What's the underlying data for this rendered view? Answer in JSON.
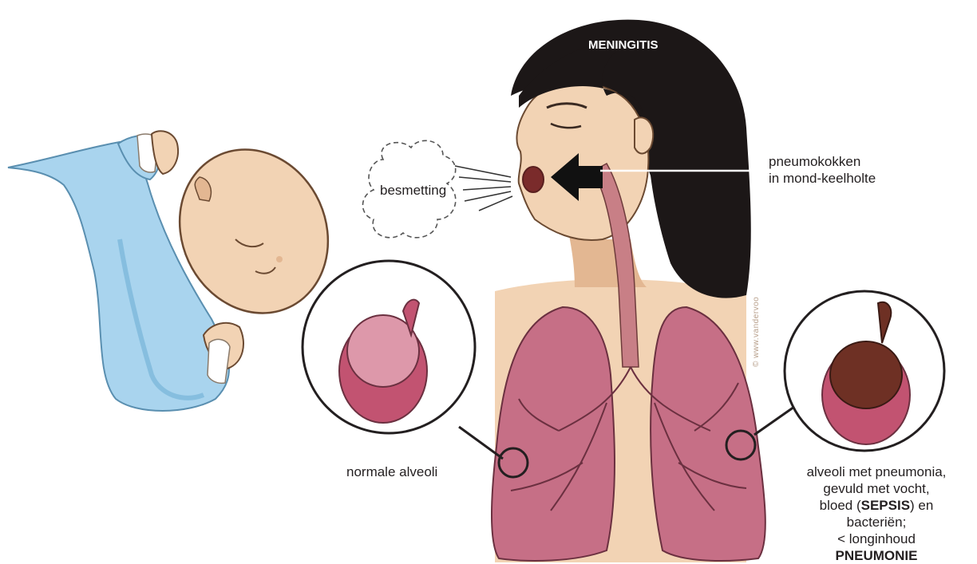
{
  "labels": {
    "meningitis": "MENINGITIS",
    "pneumokokken_line1": "pneumokokken",
    "pneumokokken_line2": "in mond-keelholte",
    "besmetting": "besmetting",
    "normale_alveoli": "normale alveoli",
    "pneumonia_line1": "alveoli met pneumonia,",
    "pneumonia_line2": "gevuld met vocht,",
    "pneumonia_line3_pre": "bloed  (",
    "pneumonia_line3_bold": "SEPSIS",
    "pneumonia_line3_post": ") en bacteriën;",
    "pneumonia_line4": "< longinhoud",
    "pneumonie": "PNEUMONIE"
  },
  "watermark": "© www.vandervoo",
  "colors": {
    "hair": "#1c1717",
    "skin": "#f2d3b4",
    "skin_shade": "#e3b792",
    "baby_suit": "#a9d4ee",
    "baby_suit_shade": "#86bedf",
    "lung": "#c66f86",
    "lung_light": "#dd98aa",
    "alveoli": "#c25371",
    "fluid": "#6e3024",
    "trachea": "#c87f86",
    "arrow": "#111111"
  }
}
